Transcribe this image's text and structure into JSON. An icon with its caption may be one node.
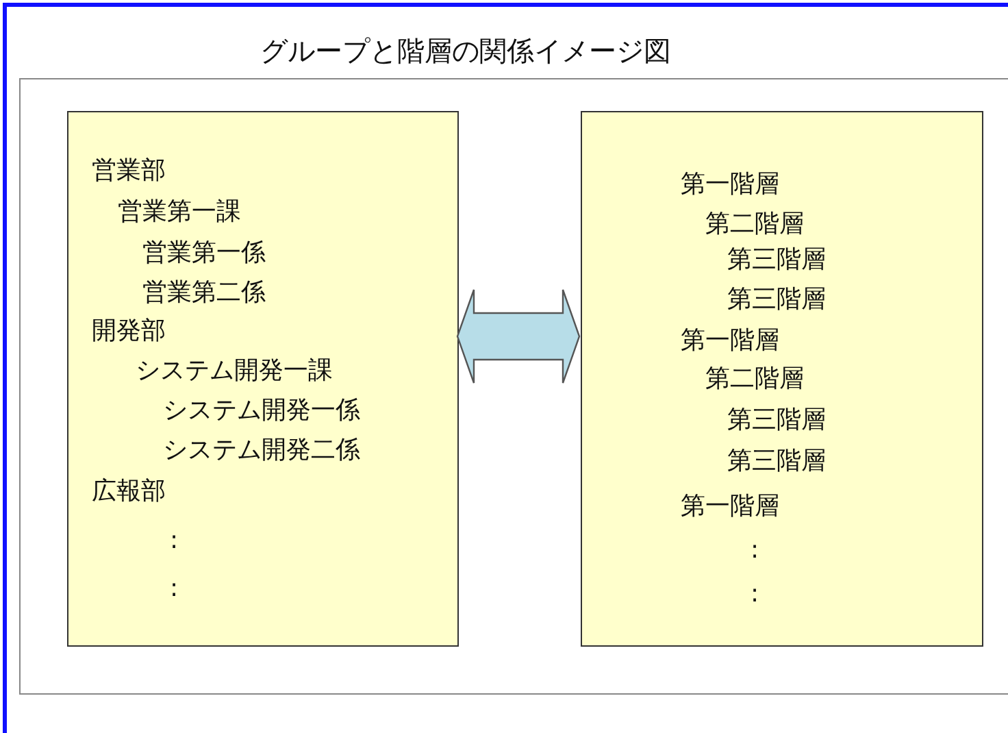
{
  "diagram": {
    "title": "グループと階層の関係イメージ図",
    "nodes": [
      {
        "text": [],
        "shape": "box"
      },
      {
        "text": [
          "営業部",
          "営業第一課",
          "営業第一係",
          "営業第二係",
          "開発部",
          "システム開発一課",
          "システム開発一係",
          "システム開発二係",
          "広報部",
          ":",
          ":"
        ],
        "in": 0
      },
      {
        "text": [
          "第一階層",
          "第二階層",
          "第三階層",
          "第三階層",
          "第一階層",
          "第二階層",
          "第三階層",
          "第三階層",
          "第一階層",
          ":",
          ":"
        ],
        "in": 0
      }
    ],
    "edges": [
      {
        "from": 1,
        "to": 2,
        "arrow": "both"
      }
    ]
  }
}
